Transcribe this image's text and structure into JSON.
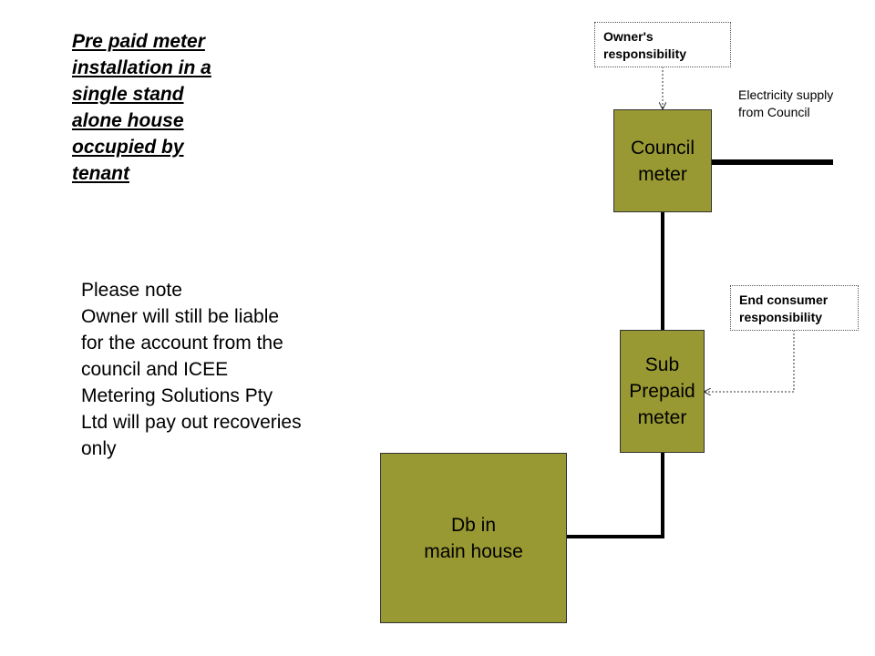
{
  "title_lines": [
    "Pre paid meter",
    "installation in a",
    "single stand",
    "alone house",
    "occupied by",
    "tenant"
  ],
  "note_lines": [
    "Please note",
    "Owner will still be liable",
    "for the account from the",
    "council and ICEE",
    "Metering Solutions Pty",
    "Ltd will pay out recoveries",
    "only"
  ],
  "nodes": {
    "council_meter": "Council\nmeter",
    "sub_prepaid_meter": "Sub\nPrepaid\nmeter",
    "db_main_house": "Db in\nmain house"
  },
  "callouts": {
    "owner": [
      "Owner's",
      "responsibility"
    ],
    "end_consumer": [
      "End consumer",
      "responsibility"
    ]
  },
  "supply_label": [
    "Electricity supply",
    "from Council"
  ],
  "colors": {
    "box_fill": "#999933",
    "wire": "#000000"
  }
}
